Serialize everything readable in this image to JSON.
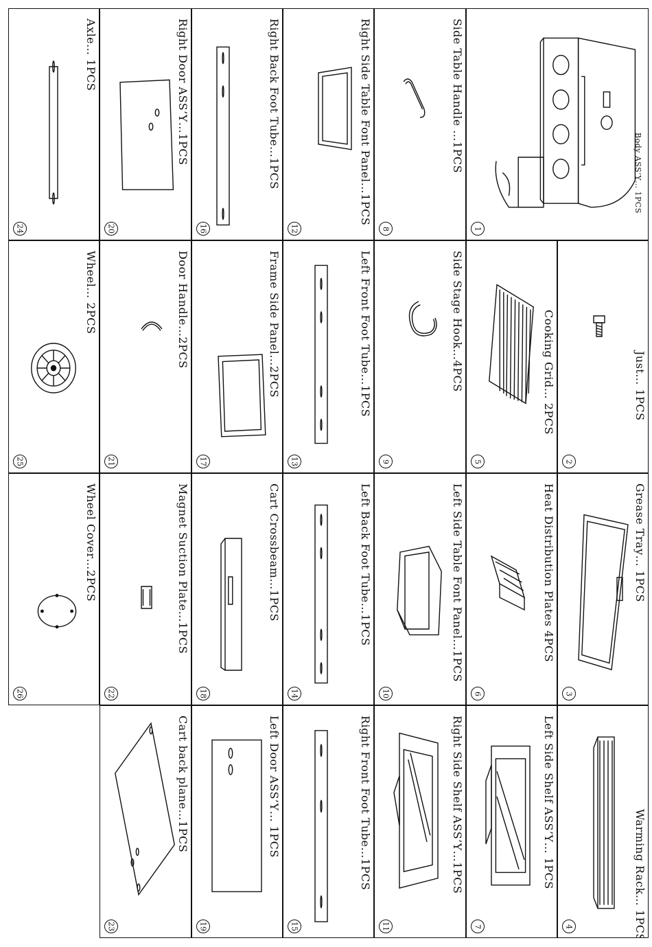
{
  "parts": [
    {
      "num": "1",
      "label": "Body ASS’Y… 1PCS",
      "icon": "grill-body-icon"
    },
    {
      "num": "2",
      "label": "Just… 1PCS",
      "icon": "screw-icon"
    },
    {
      "num": "3",
      "label": "Grease Tray… 1PCS",
      "icon": "grease-tray-icon"
    },
    {
      "num": "4",
      "label": "Warming Rack… 1PCS",
      "icon": "warming-rack-icon"
    },
    {
      "num": "5",
      "label": "Cooking Grid… 2PCS",
      "icon": "cooking-grid-icon"
    },
    {
      "num": "6",
      "label": "Heat Distribution Plates 4PCS",
      "icon": "heat-plate-icon"
    },
    {
      "num": "7",
      "label": "Left Side Shelf ASS’Y… 1PCS",
      "icon": "side-shelf-icon"
    },
    {
      "num": "8",
      "label": "Side Table Handle …1PCS",
      "icon": "handle-icon"
    },
    {
      "num": "9",
      "label": "Side Stage Hook…4PCS",
      "icon": "hook-icon"
    },
    {
      "num": "10",
      "label": "Left Side Table Font Panel…1PCS",
      "icon": "front-panel-icon"
    },
    {
      "num": "11",
      "label": "Right Side Shelf ASS’Y…1PCS",
      "icon": "side-shelf-icon"
    },
    {
      "num": "12",
      "label": "Right Side Table Font Panel…1PCS",
      "icon": "front-panel-icon"
    },
    {
      "num": "13",
      "label": "Left Front Foot Tube…1PCS",
      "icon": "foot-tube-icon"
    },
    {
      "num": "14",
      "label": "Left Back Foot Tube…1PCS",
      "icon": "foot-tube-icon"
    },
    {
      "num": "15",
      "label": "Right Front Foot Tube…1PCS",
      "icon": "foot-tube-icon"
    },
    {
      "num": "16",
      "label": "Right Back Foot Tube…1PCS",
      "icon": "foot-tube-icon"
    },
    {
      "num": "17",
      "label": "Frame Side Panel…2PCS",
      "icon": "frame-panel-icon"
    },
    {
      "num": "18",
      "label": "Cart Crossbeam…1PCS",
      "icon": "crossbeam-icon"
    },
    {
      "num": "19",
      "label": "Left Door ASS’Y… 1PCS",
      "icon": "door-icon"
    },
    {
      "num": "20",
      "label": "Right Door ASS’Y…1PCS",
      "icon": "door-icon"
    },
    {
      "num": "21",
      "label": "Door Handle…2PCS",
      "icon": "door-handle-icon"
    },
    {
      "num": "22",
      "label": "Magnet Suction Plate…1PCS",
      "icon": "magnet-icon"
    },
    {
      "num": "23",
      "label": "Cart back plane…1PCS",
      "icon": "back-plane-icon"
    },
    {
      "num": "24",
      "label": "Axle… 1PCS",
      "icon": "axle-icon"
    },
    {
      "num": "25",
      "label": "Wheel… 2PCS",
      "icon": "wheel-icon"
    },
    {
      "num": "26",
      "label": "Wheel Cover…2PCS",
      "icon": "wheel-cover-icon"
    }
  ]
}
